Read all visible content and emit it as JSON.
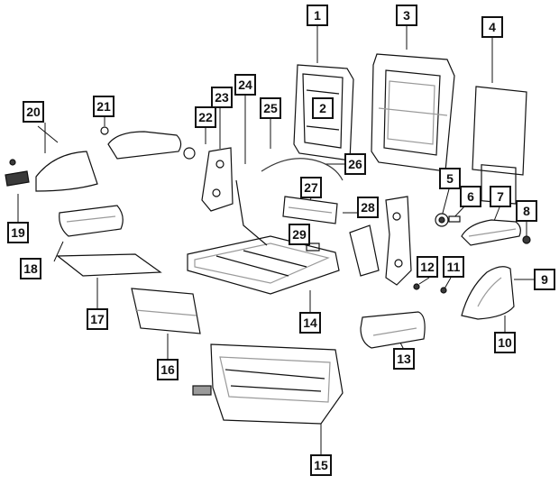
{
  "diagram": {
    "callouts": [
      {
        "label": "1"
      },
      {
        "label": "2"
      },
      {
        "label": "3"
      },
      {
        "label": "4"
      },
      {
        "label": "5"
      },
      {
        "label": "6"
      },
      {
        "label": "7"
      },
      {
        "label": "8"
      },
      {
        "label": "9"
      },
      {
        "label": "10"
      },
      {
        "label": "11"
      },
      {
        "label": "12"
      },
      {
        "label": "13"
      },
      {
        "label": "14"
      },
      {
        "label": "15"
      },
      {
        "label": "16"
      },
      {
        "label": "17"
      },
      {
        "label": "18"
      },
      {
        "label": "19"
      },
      {
        "label": "20"
      },
      {
        "label": "21"
      },
      {
        "label": "22"
      },
      {
        "label": "23"
      },
      {
        "label": "24"
      },
      {
        "label": "25"
      },
      {
        "label": "26"
      },
      {
        "label": "27"
      },
      {
        "label": "28"
      },
      {
        "label": "29"
      }
    ],
    "colors": {
      "line": "#111111",
      "fill": "#ffffff",
      "shade": "#9a9a9a",
      "dark": "#3a3a3a"
    }
  }
}
